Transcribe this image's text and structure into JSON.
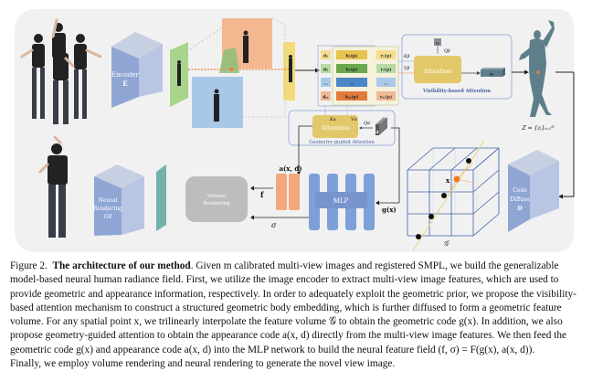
{
  "figure": {
    "encoder_label": "Encoder",
    "encoder_symbol": "E",
    "feature_rows": [
      {
        "d": "d₁",
        "h": "h₁(p)",
        "r": "r₁(p)",
        "color": "#e7c250"
      },
      {
        "d": "d₂",
        "h": "h₂(p)",
        "r": "r₂(p)",
        "color": "#6aa84f"
      },
      {
        "d": "...",
        "h": "...",
        "r": "...",
        "color": "#4a86c8"
      },
      {
        "d": "dₘ",
        "h": "hₘ(p)",
        "r": "rₘ(p)",
        "color": "#e07b3c"
      }
    ],
    "visibility_attention": {
      "title": "Visibility-based Attention",
      "block": "Attention",
      "query_token": "nᵢ",
      "query_label": "Qβ",
      "key_label": "Kβ",
      "value_label": "Vβ",
      "output_token": "zᵢ"
    },
    "geometry_attention": {
      "title": "Geometry-guided Attention",
      "block": "Attention",
      "query_token": "d",
      "query_label": "Qα",
      "key_label": "Kα",
      "value_label": "Vα"
    },
    "body_embedding_label": "Z = {zᵢ}ᵢ₌₁ᴺ",
    "code_diffuse_label": [
      "Code",
      "Diffuse",
      "D"
    ],
    "feature_volume_label": "𝒢",
    "point_label": "x",
    "geometric_code_label": "g(x)",
    "appearance_code_label": "a(x, d)",
    "mlp_label": "MLP",
    "feature_out_label": "f",
    "density_out_label": "σ",
    "volume_rendering_label": [
      "Volume",
      "Rendering"
    ],
    "neural_rendering_label": [
      "Neural",
      "Rendering",
      "Gθ"
    ],
    "colors": {
      "panel_bg": "#f1f1f2",
      "encoder_front": "#8fa6d4",
      "encoder_side": "#b8c5e3",
      "encoder_top": "#c7cfe2",
      "attention_block": "#e3c86a",
      "attention_border": "#9fb3d9",
      "mlp": "#7f9fd8",
      "appearance": "#f2a878",
      "volume_rendering": "#bdbdbd",
      "feature_plane": "#72b2ad",
      "body_mesh": "#5e7f8a",
      "grid": "#3c63a8",
      "point": "#f07a22",
      "ray": "#e8d67a"
    }
  },
  "caption": {
    "prefix": "Figure 2.",
    "title": "The architecture of our method",
    "lines": [
      ". Given m calibrated multi-view images and registered SMPL, we build the generalizable",
      "model-based neural human radiance field. First, we utilize the image encoder to extract multi-view image features, which are used to",
      "provide geometric and appearance information, respectively. In order to adequately exploit the geometric prior, we propose the visibility-",
      "based attention mechanism to construct a structured geometric body embedding, which is further diffused to form a geometric feature",
      "volume. For any spatial point x, we trilinearly interpolate the feature volume 𝒢 to obtain the geometric code g(x). In addition, we also",
      "propose geometry-guided attention to obtain the appearance code a(x, d) directly from the multi-view image features. We then feed the",
      "geometric code g(x) and appearance code a(x, d) into the MLP network to build the neural feature field (f, σ) = F(g(x), a(x, d)).",
      "Finally, we employ volume rendering and neural rendering to generate the novel view image."
    ]
  }
}
